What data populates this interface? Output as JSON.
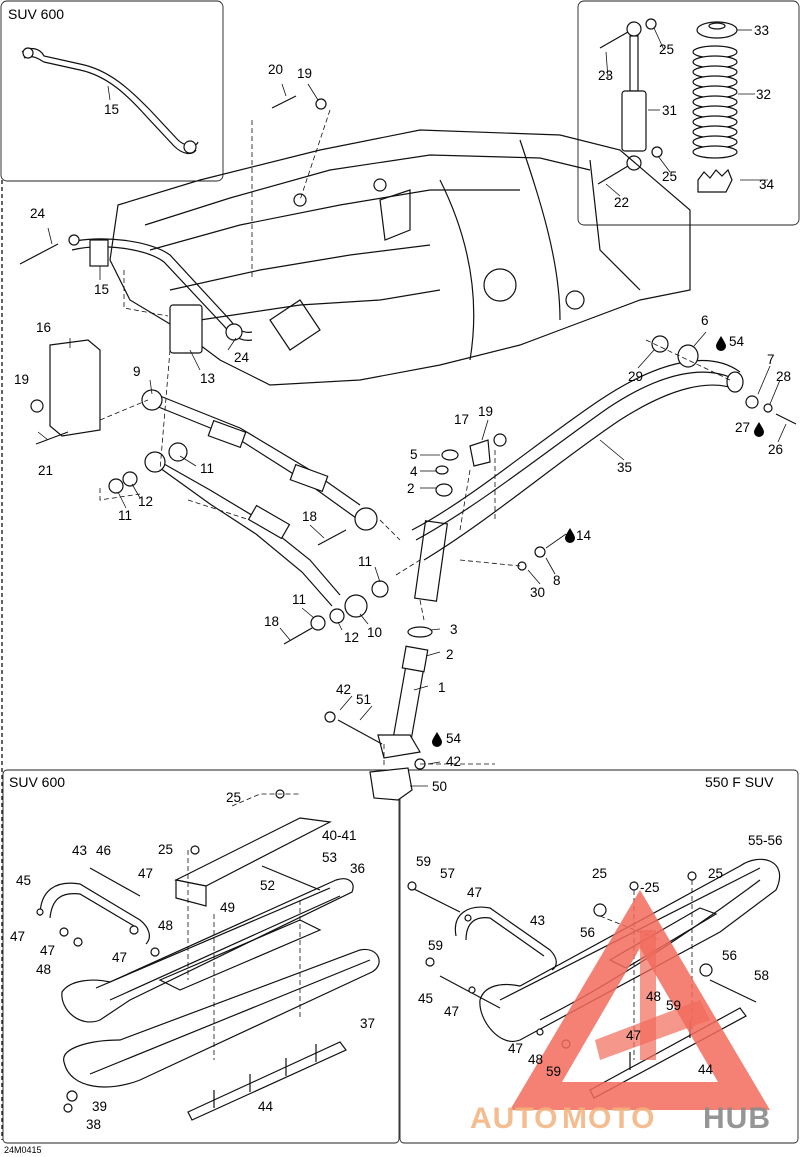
{
  "panels": {
    "top_left_title": "SUV 600",
    "bottom_left_title": "SUV 600",
    "bottom_right_title": "550 F SUV"
  },
  "figure_code": "24M0415",
  "watermark": {
    "part1": "AUTO",
    "part2": "MOTO",
    "part3": "HUB",
    "color_primary": "#f26b5b",
    "color_text_orange": "#f4b27c",
    "color_text_gray": "#8a8a8a"
  },
  "callouts": {
    "c1": "1",
    "c2a": "2",
    "c2b": "2",
    "c3": "3",
    "c4": "4",
    "c5": "5",
    "c6": "6",
    "c7": "7",
    "c8": "8",
    "c9": "9",
    "c10": "10",
    "c11a": "11",
    "c11b": "11",
    "c11c": "11",
    "c11d": "11",
    "c12a": "12",
    "c12b": "12",
    "c13": "13",
    "c14": "14",
    "c15a": "15",
    "c15b": "15",
    "c16": "16",
    "c17": "17",
    "c18a": "18",
    "c18b": "18",
    "c19a": "19",
    "c19b": "19",
    "c19c": "19",
    "c20": "20",
    "c21": "21",
    "c22": "22",
    "c23": "23",
    "c24a": "24",
    "c24b": "24",
    "c25a": "25",
    "c25b": "25",
    "c26": "26",
    "c27": "27",
    "c28": "28",
    "c29": "29",
    "c30": "30",
    "c31": "31",
    "c32": "32",
    "c33": "33",
    "c34": "34",
    "c35": "35",
    "c42a": "42",
    "c42b": "42",
    "c50": "50",
    "c51": "51",
    "c54a": "54",
    "c54b": "54",
    "bl25a": "25",
    "bl25b": "25",
    "bl4041": "40-41",
    "bl53": "53",
    "bl36": "36",
    "bl52": "52",
    "bl49": "49",
    "bl43": "43",
    "bl46": "46",
    "bl47a": "47",
    "bl45": "45",
    "bl47b": "47",
    "bl47c": "47",
    "bl48a": "48",
    "bl48b": "48",
    "bl47d": "47",
    "bl37": "37",
    "bl39": "39",
    "bl38": "38",
    "bl44": "44",
    "br5556": "55-56",
    "br59a": "59",
    "br57": "57",
    "br47a": "47",
    "br25a": "25",
    "br25b": "-25",
    "br25c": "25",
    "br43": "43",
    "br56a": "56",
    "br59b": "59",
    "br56b": "56",
    "br45": "45",
    "br47b": "47",
    "br58": "58",
    "br48a": "48",
    "br59c": "59",
    "br47c": "47",
    "br47d": "47",
    "br48b": "48",
    "br59d": "59",
    "br44": "44"
  }
}
